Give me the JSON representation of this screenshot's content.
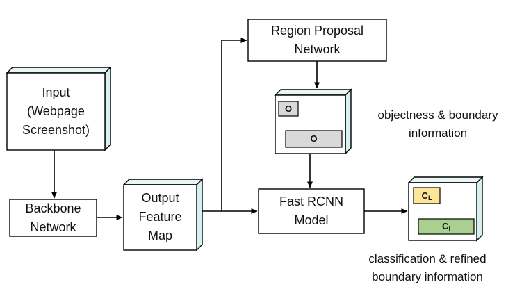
{
  "nodes": {
    "input": "Input\n(Webpage\nScreenshot)",
    "backbone": "Backbone\nNetwork",
    "feature_map": "Output\nFeature\nMap",
    "rpn": "Region Proposal\nNetwork",
    "fast_rcnn": "Fast RCNN\nModel"
  },
  "rpn_output": {
    "small_label": "O",
    "wide_label": "O",
    "caption_line1": "objectness & boundary",
    "caption_line2": "information"
  },
  "rcnn_output": {
    "small_label_main": "C",
    "small_label_sub": "L",
    "wide_label_main": "C",
    "wide_label_sub": "l",
    "caption_line1": "classification & refined",
    "caption_line2": "boundary information"
  },
  "colors": {
    "box_fill": "#ffffff",
    "box_3d_side": "#d6f0ef",
    "box_3d_top": "#eaf7f6",
    "gray_fill": "#d9d9d9",
    "yellow_fill": "#ffe599",
    "green_fill": "#a9d08e"
  }
}
